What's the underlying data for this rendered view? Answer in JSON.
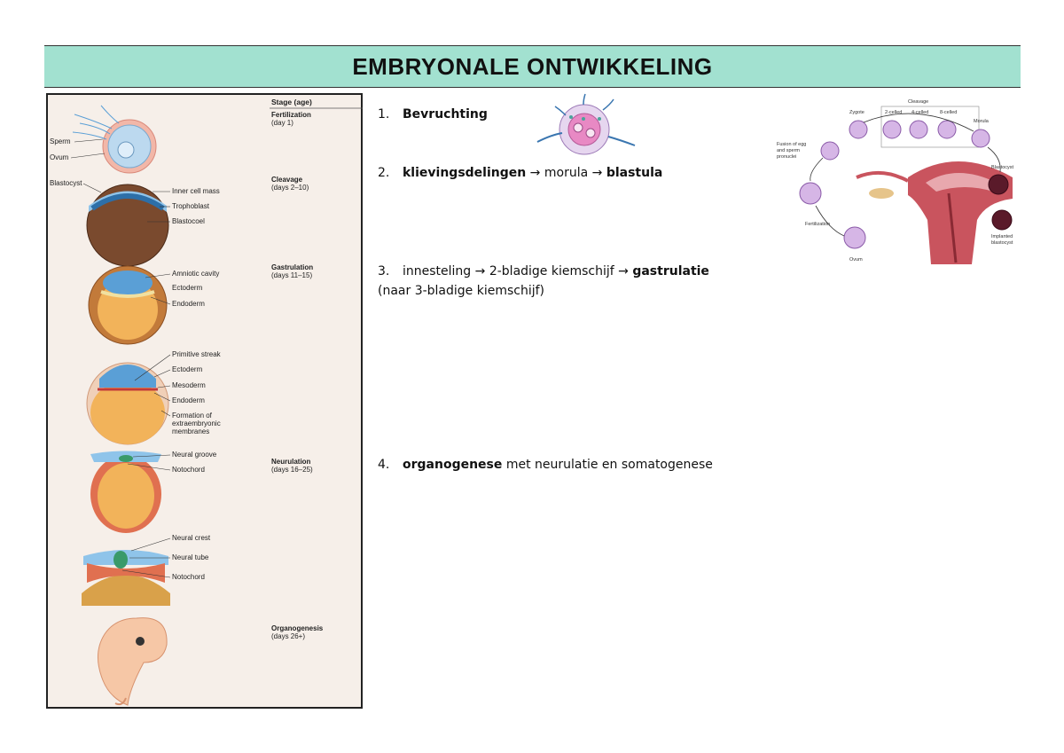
{
  "page_title": "EMBRYONALE ONTWIKKELING",
  "figure": {
    "header": "Stage (age)",
    "stages": [
      {
        "name": "Fertilization",
        "age": "(day 1)"
      },
      {
        "name": "Cleavage",
        "age": "(days 2–10)"
      },
      {
        "name": "Gastrulation",
        "age": "(days 11–15)"
      },
      {
        "name": "Neurulation",
        "age": "(days 16–25)"
      },
      {
        "name": "Organogenesis",
        "age": "(days 26+)"
      }
    ],
    "labels": {
      "sperm": "Sperm",
      "ovum": "Ovum",
      "blastocyst": "Blastocyst",
      "inner_cell_mass": "Inner cell mass",
      "trophoblast": "Trophoblast",
      "blastocoel": "Blastocoel",
      "amniotic_cavity": "Amniotic cavity",
      "ectoderm_1": "Ectoderm",
      "endoderm_1": "Endoderm",
      "primitive_streak": "Primitive streak",
      "ectoderm_2": "Ectoderm",
      "mesoderm": "Mesoderm",
      "endoderm_2": "Endoderm",
      "formation_1": "Formation of",
      "formation_2": "extraembryonic",
      "formation_3": "membranes",
      "neural_groove": "Neural groove",
      "notochord_1": "Notochord",
      "neural_crest": "Neural crest",
      "neural_tube": "Neural tube",
      "notochord_2": "Notochord"
    }
  },
  "list": {
    "item1": {
      "number": "1.",
      "bold": "Bevruchting"
    },
    "item2": {
      "number": "2.",
      "bold_a": "klievingsdelingen",
      "arrow1": " → ",
      "plain": "morula",
      "arrow2": " → ",
      "bold_b": "blastula"
    },
    "item3": {
      "number": "3.",
      "plain_a": "innesteling",
      "arrow1": " →  ",
      "plain_b": "2-bladige kiemschijf ",
      "arrow2": " → ",
      "bold": "gastrulatie",
      "line2": "(naar 3-bladige kiemschijf)"
    },
    "item4": {
      "number": "4.",
      "bold": "organogenese",
      "plain": " met neurulatie en somatogenese"
    }
  },
  "cycle_diagram": {
    "title": "Cleavage",
    "labels": {
      "zygote": "Zygote",
      "two_celled": "2-celled",
      "four_celled": "4-celled",
      "eight_celled": "8-celled",
      "morula": "Morula",
      "fusion_1": "Fusion of egg",
      "fusion_2": "and sperm",
      "fusion_3": "pronuclei",
      "blastocyst": "Blastocyst",
      "fertilization": "Fertilization",
      "ovum": "Ovum",
      "implanted_1": "Implanted",
      "implanted_2": "blastocyst"
    }
  }
}
